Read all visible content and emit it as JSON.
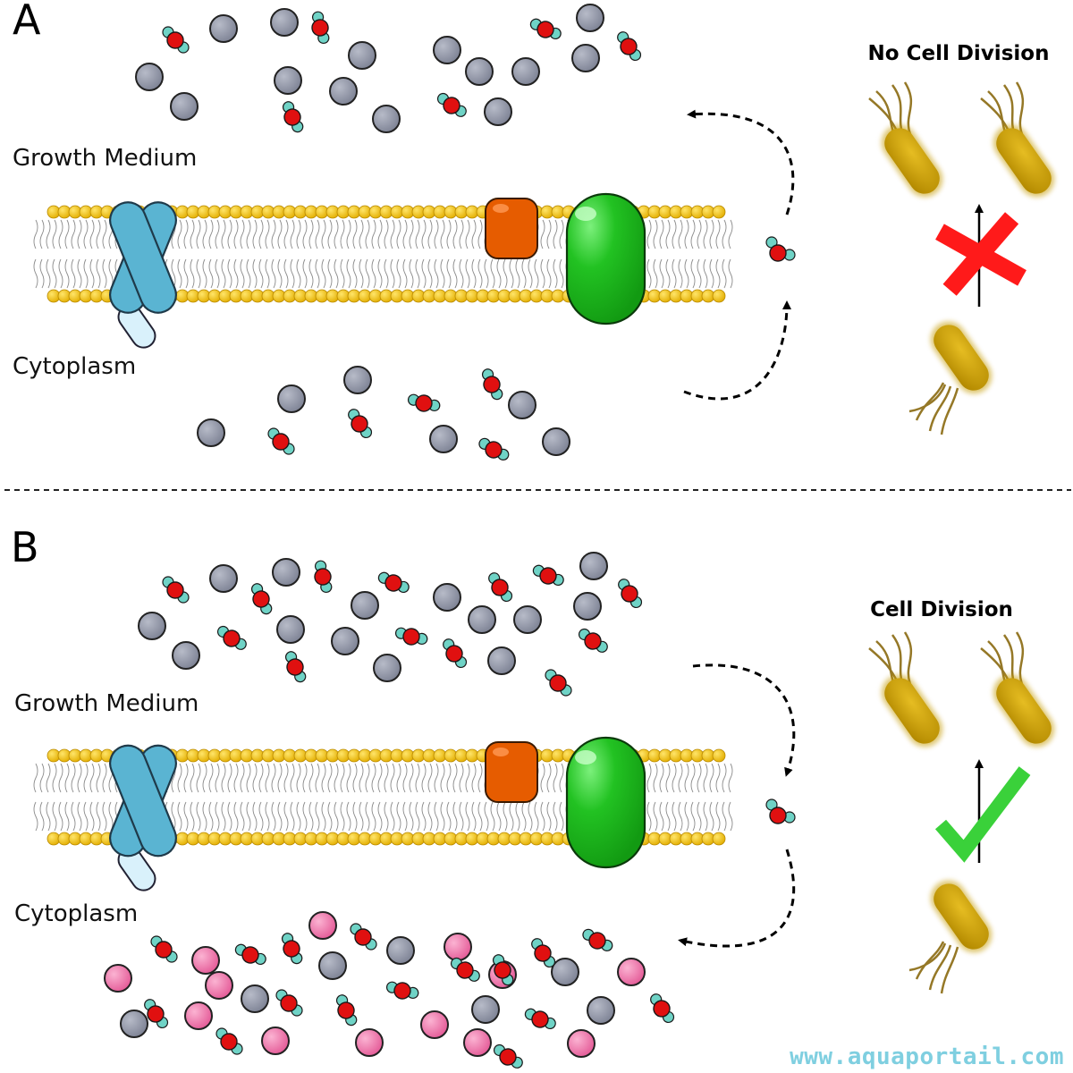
{
  "panels": [
    {
      "letter": "A",
      "medium_label": "Growth Medium",
      "cytoplasm_label": "Cytoplasm",
      "outcome_title": "No Cell Division",
      "outcome_icon": "red-cross-icon",
      "water_direction": "outward"
    },
    {
      "letter": "B",
      "medium_label": "Growth Medium",
      "cytoplasm_label": "Cytoplasm",
      "outcome_title": "Cell Division",
      "outcome_icon": "green-check-icon",
      "water_direction": "inward"
    }
  ],
  "watermark": "www.aquaportail.com",
  "colors": {
    "solute": "#8f93a4",
    "compatible_solute": "#ea6fa5",
    "water_oxygen": "#e01010",
    "water_hydrogen": "#6fd3c6",
    "lipid_head": "#f0c000",
    "channel_blue": "#5ab4d2",
    "channel_light": "#d9f1fb",
    "pump_orange": "#e65c00",
    "pump_green": "#1fbf1f",
    "bacterium": "#c49a00",
    "cross": "#ff1a1a",
    "check": "#3ad13a"
  }
}
